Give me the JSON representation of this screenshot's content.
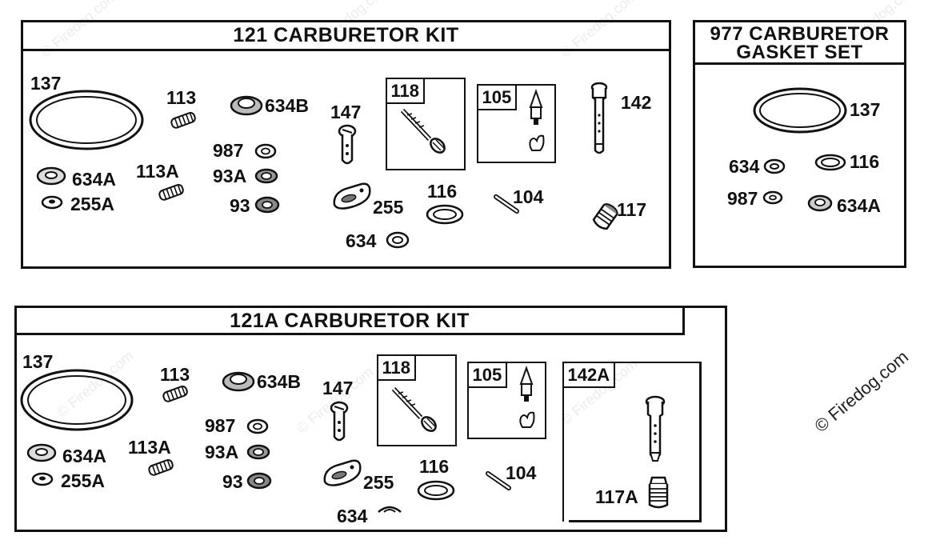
{
  "kits": {
    "kit121": {
      "title": "121 CARBURETOR KIT",
      "labels": {
        "p137": "137",
        "p113": "113",
        "p634b": "634B",
        "p147": "147",
        "p118": "118",
        "p105": "105",
        "p142": "142",
        "p987": "987",
        "p634a": "634A",
        "p113a": "113A",
        "p93a": "93A",
        "p255a": "255A",
        "p93": "93",
        "p255": "255",
        "p116": "116",
        "p104": "104",
        "p117": "117",
        "p634": "634"
      }
    },
    "kit977": {
      "title_line1": "977 CARBURETOR",
      "title_line2": "GASKET SET",
      "labels": {
        "p137": "137",
        "p634": "634",
        "p116": "116",
        "p987": "987",
        "p634a": "634A"
      }
    },
    "kit121a": {
      "title": "121A CARBURETOR KIT",
      "labels": {
        "p137": "137",
        "p113": "113",
        "p634b": "634B",
        "p147": "147",
        "p118": "118",
        "p105": "105",
        "p142a": "142A",
        "p987": "987",
        "p634a": "634A",
        "p113a": "113A",
        "p93a": "93A",
        "p255a": "255A",
        "p93": "93",
        "p255": "255",
        "p116": "116",
        "p104": "104",
        "p117a": "117A",
        "p634": "634"
      }
    }
  },
  "watermark": "© Firedog.com",
  "copyright": "© Firedog.com"
}
